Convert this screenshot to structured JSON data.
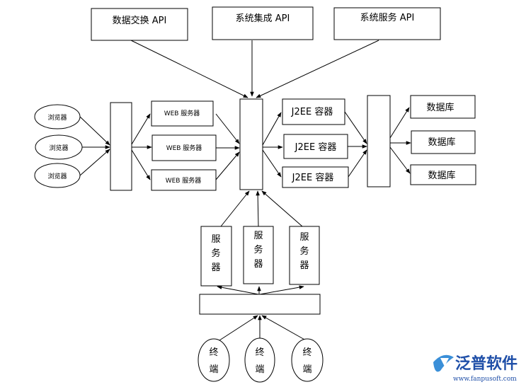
{
  "apis": [
    "数据交换 API",
    "系统集成 API",
    "系统服务 API"
  ],
  "browsers": [
    "浏览器",
    "浏览器",
    "浏览器"
  ],
  "web_servers": [
    "WEB 服务器",
    "WEB 服务器",
    "WEB 服务器"
  ],
  "j2ee": [
    "J2EE 容器",
    "J2EE 容器",
    "J2EE 容器"
  ],
  "databases": [
    "数据库",
    "数据库",
    "数据库"
  ],
  "servers": [
    "服务器",
    "服务器",
    "服务器"
  ],
  "terminals": [
    "终端",
    "终端",
    "终端"
  ],
  "logo": {
    "name": "泛普软件",
    "url": "www.fanpusoft.com",
    "color": "#1f4fa8",
    "accent": "#3a8fd8"
  }
}
